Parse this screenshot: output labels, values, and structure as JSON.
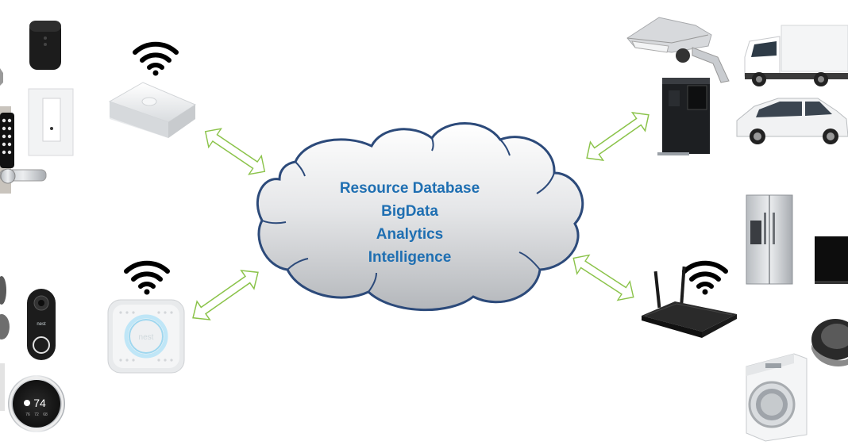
{
  "cloud": {
    "lines": [
      "Resource Database",
      "BigData",
      "Analytics",
      "Intelligence"
    ]
  },
  "devices": {
    "thermostat_reading": "74",
    "thermostat_sub": [
      "76",
      "72",
      "68"
    ],
    "smoke_detector_brand": "nest",
    "doorbell_brand": "nest"
  },
  "colors": {
    "cloud_fill_top": "#ffffff",
    "cloud_fill_bottom": "#b9bcc0",
    "cloud_stroke": "#2c4a7a",
    "cloud_text": "#1f6fb2",
    "arrow": "#8bc34a",
    "wifi": "#000000"
  },
  "icons": [
    "smart-speaker-icon",
    "light-switch-icon",
    "smart-lock-icon",
    "hub-icon",
    "smoke-detector-icon",
    "doorbell-icon",
    "thermostat-icon",
    "street-light-icon",
    "delivery-truck-icon",
    "parking-kiosk-icon",
    "car-icon",
    "refrigerator-icon",
    "television-icon",
    "robot-vacuum-icon",
    "washing-machine-icon",
    "router-icon",
    "wifi-icon",
    "double-arrow-icon"
  ]
}
